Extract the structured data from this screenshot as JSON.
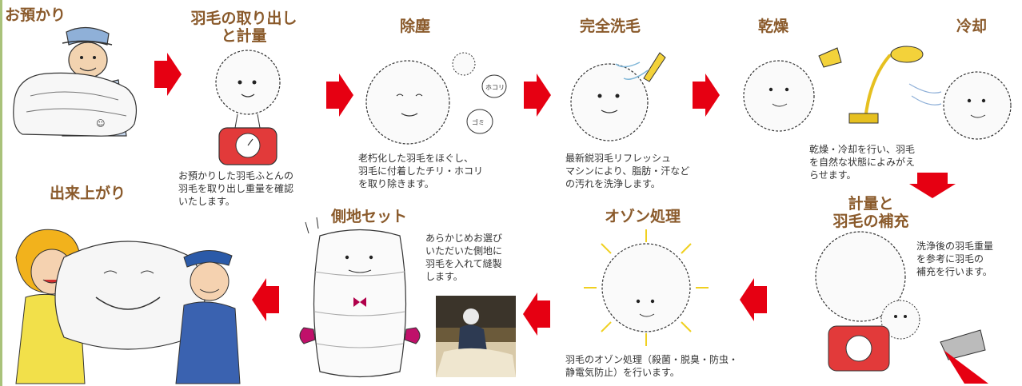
{
  "colors": {
    "title": "#8a5a2b",
    "arrow": "#e60012",
    "text": "#333333",
    "accent_line": "#a9c27a"
  },
  "steps": {
    "azukari": {
      "title": "お預かり"
    },
    "toridashi": {
      "title_line1": "羽毛の取り出し",
      "title_line2": "と計量",
      "desc": [
        "お預かりした羽毛ふとんの",
        "羽毛を取り出し重量を確認",
        "いたします。"
      ]
    },
    "jojin": {
      "title": "除塵",
      "desc": [
        "老朽化した羽毛をほぐし、",
        "羽毛に付着したチリ・ホコリ",
        "を取り除きます。"
      ]
    },
    "senmo": {
      "title": "完全洗毛",
      "desc": [
        "最新鋭羽毛リフレッシュ",
        "マシンにより、脂肪・汗など",
        "の汚れを洗浄します。"
      ]
    },
    "kanso": {
      "title": "乾燥"
    },
    "reikyaku": {
      "title": "冷却",
      "desc": [
        "乾燥・冷却を行い、羽毛",
        "を自然な状態によみがえ",
        "らせます。"
      ]
    },
    "hoju": {
      "title_line1": "計量と",
      "title_line2": "羽毛の補充",
      "desc": [
        "洗浄後の羽毛重量",
        "を参考に羽毛の",
        "補充を行います。"
      ]
    },
    "ozon": {
      "title": "オゾン処理",
      "desc": [
        "羽毛のオゾン処理（殺菌・脱臭・防虫・",
        "静電気防止）を行います。"
      ]
    },
    "gawachi": {
      "title": "側地セット",
      "desc": [
        "あらかじめお選び",
        "いただいた側地に",
        "羽毛を入れて縫製",
        "します。"
      ]
    },
    "kansei": {
      "title": "出来上がり"
    }
  },
  "illustrations": {
    "kuma_bubbles": [
      "ホコリ",
      "ゴミ"
    ]
  }
}
